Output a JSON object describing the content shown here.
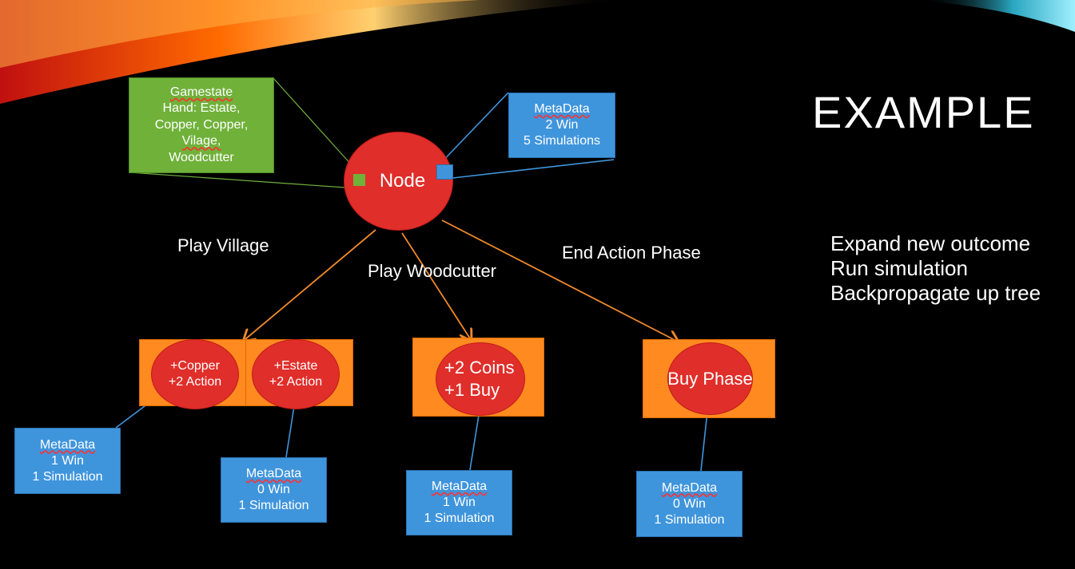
{
  "slide": {
    "title": "EXAMPLE",
    "steps": [
      "Expand new outcome",
      "Run simulation",
      "Backpropagate up tree"
    ]
  },
  "root": {
    "label": "Node",
    "gamestate": {
      "heading": "Gamestate",
      "lines": [
        "Hand: Estate,",
        "Copper, Copper,",
        "Vilage,",
        "Woodcutter"
      ]
    },
    "metadata": {
      "heading": "MetaData",
      "wins": "2 Win",
      "sims": "5 Simulations"
    }
  },
  "actions": [
    "Play Village",
    "Play Woodcutter",
    "End Action Phase"
  ],
  "children": [
    {
      "lines": [
        "+Copper",
        "+2 Action"
      ],
      "meta": {
        "heading": "MetaData",
        "wins": "1 Win",
        "sims": "1 Simulation"
      }
    },
    {
      "lines": [
        "+Estate",
        "+2 Action"
      ],
      "meta": {
        "heading": "MetaData",
        "wins": "0 Win",
        "sims": "1 Simulation"
      }
    },
    {
      "lines": [
        "+2 Coins",
        "+1 Buy"
      ],
      "meta": {
        "heading": "MetaData",
        "wins": "1 Win",
        "sims": "1 Simulation"
      }
    },
    {
      "lines": [
        "Buy Phase"
      ],
      "meta": {
        "heading": "MetaData",
        "wins": "0 Win",
        "sims": "1 Simulation"
      }
    }
  ],
  "colors": {
    "node": "#e02e2a",
    "metadata": "#3f95dc",
    "gamestate": "#70b13a",
    "child_box": "#ff8a1f",
    "edge": "#f08a2c"
  }
}
